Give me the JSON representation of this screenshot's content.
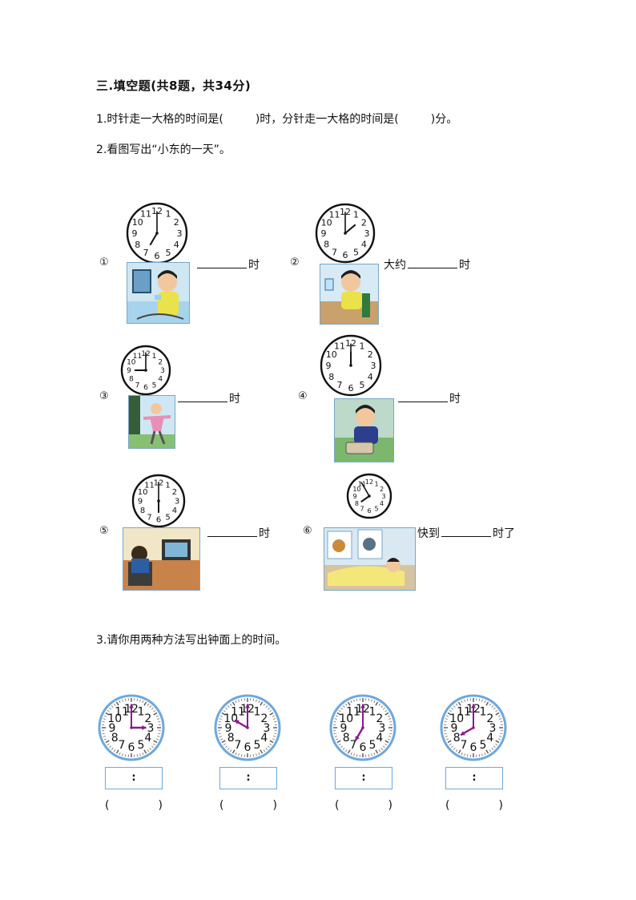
{
  "section_title": "三.填空题(共8题，共34分)",
  "q1": {
    "prefix": "1.时针走一大格的时间是(",
    "middle": ")时，分针走一大格的时间是(",
    "suffix": ")分。"
  },
  "q2": {
    "text": "2.看图写出“小东的一天”。",
    "items": [
      {
        "marker": "①",
        "before": "",
        "after": "时"
      },
      {
        "marker": "②",
        "before": "大约",
        "after": "时"
      },
      {
        "marker": "③",
        "before": "",
        "after": "时"
      },
      {
        "marker": "④",
        "before": "",
        "after": "时"
      },
      {
        "marker": "⑤",
        "before": "",
        "after": "时"
      },
      {
        "marker": "⑥",
        "before": "快到",
        "after": "时了"
      }
    ]
  },
  "q3": {
    "text": "3.请你用两种方法写出钟面上的时间。",
    "box_text": ":",
    "paren_open": "(",
    "paren_close": ")"
  },
  "clock_numbers": [
    "12",
    "1",
    "2",
    "3",
    "4",
    "5",
    "6",
    "7",
    "8",
    "9",
    "10",
    "11"
  ],
  "colors": {
    "clock_hand_q3": "#8b1a8b",
    "clock_ring_q3": "#6fa8dc",
    "box_border": "#6fa8dc"
  }
}
